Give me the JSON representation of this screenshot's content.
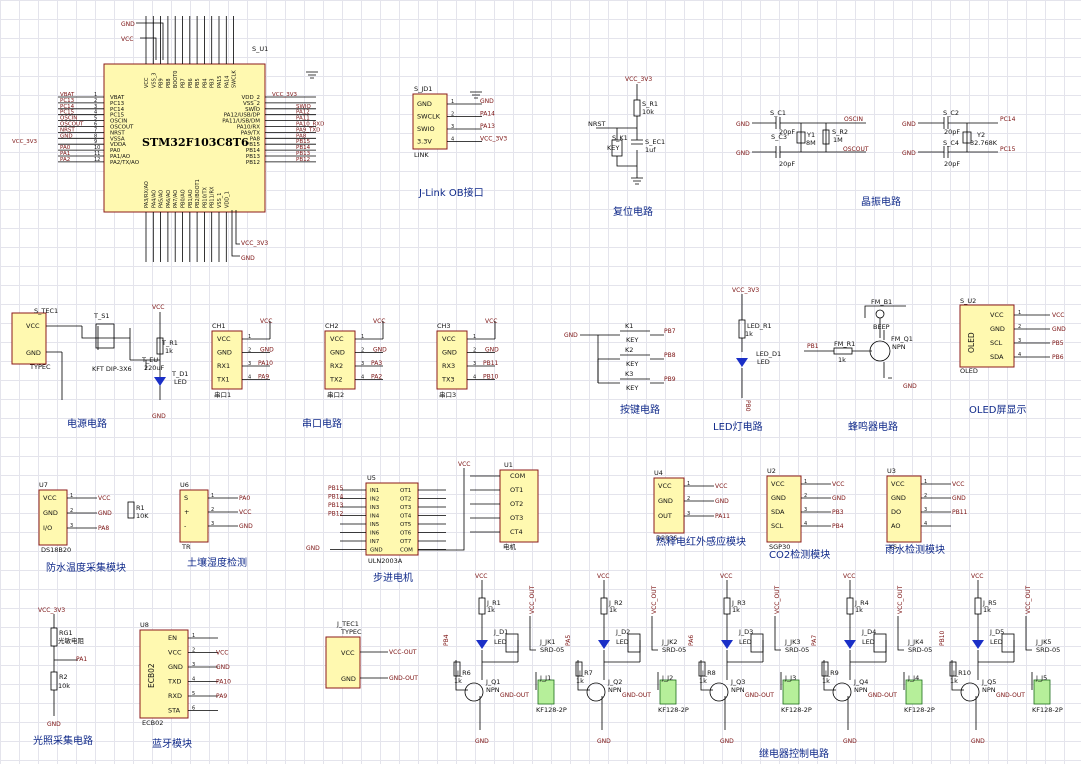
{
  "mcu": {
    "designator": "S_U1",
    "name": "STM32F103C8T6",
    "left_pins": [
      "VBAT",
      "PC13",
      "PC14",
      "PC15",
      "OSCIN",
      "OSCOUT",
      "NRST",
      "VSSA",
      "VDDA",
      "PA0",
      "PA1/AO",
      "PA2/TX/AO"
    ],
    "right_pins": [
      "VDD_2",
      "VSS_2",
      "SWIO",
      "PA12/USB/DP",
      "PA11/USB/DM",
      "PA10/RX",
      "PA9/TX",
      "PA8",
      "PB15",
      "PB14",
      "PB13",
      "PB12"
    ],
    "right_nets": [
      "VCC_3V3",
      "",
      "SWIO",
      "PA12",
      "PA11",
      "PA10_RXD",
      "PA9_TXD",
      "PA8",
      "PB15",
      "PB14",
      "PB13",
      "PB12"
    ],
    "left_nets": [
      "VBAT",
      "PC13",
      "PC14",
      "PC15",
      "OSCIN",
      "OSCOUT",
      "NRST",
      "GND",
      "VCC_3V3",
      "PA0",
      "PA1",
      "PA2"
    ],
    "top_net_gnd": "GND",
    "top_net_vcc": "VCC",
    "bottom_net_vcc": "VCC_3V3",
    "bottom_net_gnd": "GND"
  },
  "jlink": {
    "designator": "S_JD1",
    "type": "LINK",
    "pins": [
      "GND",
      "SWCLK",
      "SWIO",
      "3.3V"
    ],
    "nets": [
      "GND",
      "PA14",
      "PA13",
      "VCC_3V3"
    ],
    "caption": "J-Link OB接口"
  },
  "reset": {
    "caption": "复位电路",
    "vcc": "VCC_3V3",
    "r": "S_R1",
    "rv": "10k",
    "k": "S_K1",
    "kl": "KEY",
    "c": "S_EC1",
    "cv": "1uf",
    "net": "NRST"
  },
  "crystal": {
    "caption": "晶振电路",
    "c1": "S_C1",
    "c3": "S_C3",
    "y1": "Y1",
    "y1v": "8M",
    "r2": "S_R2",
    "r2v": "1M",
    "cv": "20pF",
    "osc_in": "OSCIN",
    "osc_out": "OSCOUT",
    "c2": "S_C2",
    "c4": "S_C4",
    "y2": "Y2",
    "y2v": "32.768K",
    "pc14": "PC14",
    "pc15": "PC15",
    "gnd": "GND"
  },
  "power": {
    "caption": "电源电路",
    "tec": "S_TEC1",
    "sw": "T_S1",
    "sw_part": "KFT DIP-3X6",
    "cap": "T_EU",
    "capv": "220uF",
    "r": "T_R1",
    "rv": "1k",
    "led": "T_D1",
    "ledl": "LED",
    "type": "TYPEC",
    "vcc": "VCC",
    "gnd": "GND"
  },
  "uart": {
    "caption": "串口电路",
    "blocks": [
      {
        "d": "CH1",
        "p": [
          "VCC",
          "GND",
          "RX1",
          "TX1"
        ],
        "n": [
          "VCC",
          "GND",
          "PA10",
          "PA9"
        ],
        "lbl": "串口1"
      },
      {
        "d": "CH2",
        "p": [
          "VCC",
          "GND",
          "RX2",
          "TX2"
        ],
        "n": [
          "VCC",
          "GND",
          "PA3",
          "PA2"
        ],
        "lbl": "串口2"
      },
      {
        "d": "CH3",
        "p": [
          "VCC",
          "GND",
          "RX3",
          "TX3"
        ],
        "n": [
          "VCC",
          "GND",
          "PB11",
          "PB10"
        ],
        "lbl": "串口3"
      }
    ]
  },
  "keys": {
    "caption": "按键电路",
    "items": [
      "K1",
      "K2",
      "K3"
    ],
    "label": "KEY",
    "nets": [
      "PB7",
      "PB8",
      "PB9"
    ],
    "gnd": "GND"
  },
  "led": {
    "caption": "LED灯电路",
    "vcc": "VCC_3V3",
    "r": "LED_R1",
    "rv": "1k",
    "d": "LED_D1",
    "dl": "LED",
    "net": "PB0"
  },
  "buzzer": {
    "caption": "蜂鸣器电路",
    "b": "FM_B1",
    "bl": "BEEP",
    "r": "FM_R1",
    "rv": "1k",
    "q": "FM_Q1",
    "ql": "NPN",
    "net": "PB1",
    "vcc": "VCC",
    "gnd": "GND"
  },
  "oled": {
    "caption": "OLED屏显示",
    "d": "S_U2",
    "type": "OLED",
    "p": [
      "VCC",
      "GND",
      "SCL",
      "SDA"
    ],
    "n": [
      "VCC",
      "GND",
      "PB5",
      "PB6"
    ]
  },
  "ds18": {
    "caption": "防水温度采集模块",
    "d": "U7",
    "part": "DS18B20",
    "p": [
      "VCC",
      "GND",
      "I/O"
    ],
    "r": "R1",
    "rv": "10K",
    "n": [
      "VCC",
      "GND",
      "PA8"
    ]
  },
  "soil": {
    "caption": "土壤湿度检测",
    "d": "U6",
    "part": "TR",
    "p": [
      "S",
      "+",
      "-"
    ],
    "n": [
      "PA0",
      "VCC",
      "GND"
    ]
  },
  "stepper": {
    "caption": "步进电机",
    "d": "U5",
    "part": "ULN2003A",
    "motor": "U1",
    "motor_l": "电机",
    "in": [
      "IN1",
      "IN2",
      "IN3",
      "IN4",
      "IN5",
      "IN6",
      "IN7",
      "GND"
    ],
    "out": [
      "OT1",
      "OT2",
      "OT3",
      "OT4",
      "OT5",
      "OT6",
      "OT7",
      "COM"
    ],
    "nets": [
      "PB15",
      "PB14",
      "PB13",
      "PB12"
    ],
    "mp": [
      "COM",
      "OT1",
      "OT2",
      "OT3",
      "CT4"
    ],
    "vcc": "VCC",
    "gnd": "GND"
  },
  "pir": {
    "caption": "热释电红外感应模块",
    "d": "U4",
    "part": "D203S",
    "p": [
      "VCC",
      "GND",
      "OUT"
    ],
    "n": [
      "VCC",
      "GND",
      "PA11"
    ]
  },
  "co2": {
    "caption": "CO2检测模块",
    "d": "U2",
    "part": "SGP30",
    "p": [
      "VCC",
      "GND",
      "SDA",
      "SCL"
    ],
    "n": [
      "VCC",
      "GND",
      "PB3",
      "PB4"
    ]
  },
  "rain": {
    "caption": "雨水检测模块",
    "d": "U3",
    "part": "YS",
    "p": [
      "VCC",
      "GND",
      "DO",
      "AO"
    ],
    "n": [
      "VCC",
      "GND",
      "PB11",
      ""
    ]
  },
  "light": {
    "caption": "光照采集电路",
    "vcc": "VCC_3V3",
    "r1": "RG1",
    "r1l": "光敏电阻",
    "r2": "R2",
    "r2v": "10k",
    "net": "PA1",
    "gnd": "GND"
  },
  "bt": {
    "caption": "蓝牙模块",
    "d": "U8",
    "part": "ECB02",
    "p": [
      "EN",
      "VCC",
      "GND",
      "TXD",
      "RXD",
      "STA"
    ],
    "n": [
      "",
      "VCC",
      "GND",
      "PA10",
      "PA9",
      ""
    ]
  },
  "typec2": {
    "d": "J_TEC1",
    "type": "TYPEC",
    "p": [
      "VCC",
      "GND"
    ],
    "n": [
      "VCC-OUT",
      "GND-OUT"
    ]
  },
  "relay": {
    "caption": "继电器控制电路",
    "vcc": "VCC",
    "gnd": "GND",
    "out": "VCC_OUT",
    "gout": "GND-OUT",
    "items": [
      {
        "r1": "J_R1",
        "d": "J_D1",
        "r2": "J_R6",
        "q": "J_Q1",
        "k": "J_JK1",
        "j": "J_J1",
        "in": "PB4"
      },
      {
        "r1": "J_R2",
        "d": "J_D2",
        "r2": "J_R7",
        "q": "J_Q2",
        "k": "J_JK2",
        "j": "J_J2",
        "in": "PA5"
      },
      {
        "r1": "J_R3",
        "d": "J_D3",
        "r2": "J_R8",
        "q": "J_Q3",
        "k": "J_JK3",
        "j": "J_J3",
        "in": "PA6"
      },
      {
        "r1": "J_R4",
        "d": "J_D4",
        "r2": "J_R9",
        "q": "J_Q4",
        "k": "J_JK4",
        "j": "J_J4",
        "in": "PA7"
      },
      {
        "r1": "J_R5",
        "d": "J_D5",
        "r2": "J_R10",
        "q": "J_Q5",
        "k": "J_JK5",
        "j": "J_J5",
        "in": "PB10"
      }
    ],
    "rv": "1k",
    "ql": "NPN",
    "kl": "SRD-05",
    "dl": "LED",
    "jl": "KF128-2P"
  }
}
